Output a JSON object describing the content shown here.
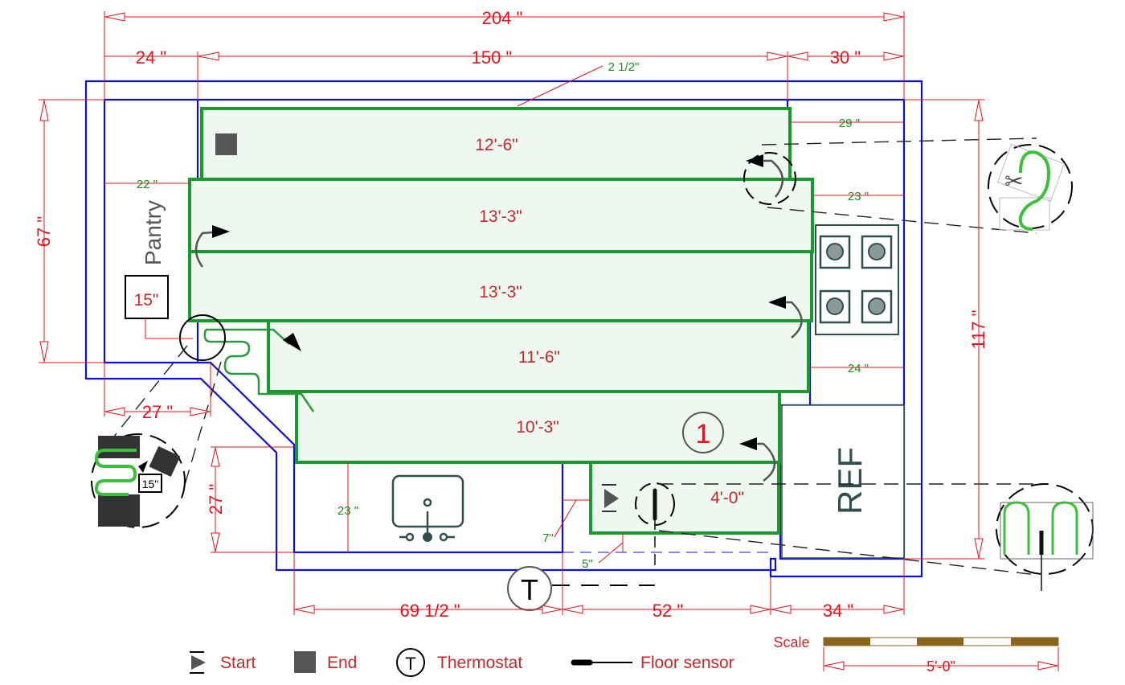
{
  "dimensions": {
    "overall_width": "204 \"",
    "pantry_width": "24 \"",
    "center_width": "150 \"",
    "right_width": "30 \"",
    "offset_top": "2 1/2\"",
    "pantry_depth": "67 \"",
    "right_height": "117 \"",
    "angle_width": "27 \"",
    "angle_height": "27 \"",
    "sink_width": "69 1/2 \"",
    "mid_width": "52 \"",
    "ref_width": "34 \""
  },
  "clearances": {
    "right_top": "29 \"",
    "right_upper": "23 \"",
    "pantry": "22 \"",
    "stove_below": "24 \"",
    "sink_depth": "23 \"",
    "small_gap_a": "7\"",
    "small_gap_b": "5\""
  },
  "mat_runs": [
    {
      "label": "12'-6\""
    },
    {
      "label": "13'-3\""
    },
    {
      "label": "13'-3\""
    },
    {
      "label": "11'-6\""
    },
    {
      "label": "10'-3\""
    },
    {
      "label": "4'-0\""
    }
  ],
  "rooms": {
    "pantry": "Pantry",
    "pantry_note": "15\"",
    "refrigerator": "REF",
    "zone_number": "1"
  },
  "detail_callouts": {
    "corner_note": "15\""
  },
  "legend": {
    "start": "Start",
    "end": "End",
    "thermostat": "Thermostat",
    "thermostat_symbol": "T",
    "floor_sensor": "Floor sensor"
  },
  "scale": {
    "label": "Scale",
    "length": "5'-0\""
  },
  "colors": {
    "dimension": "#e8121a",
    "wall": "#1010d0",
    "mat": "#1a9a2e",
    "mat_fill": "#eef8f0",
    "run_label": "#c42a2a",
    "scale_bar": "#8b6420"
  }
}
